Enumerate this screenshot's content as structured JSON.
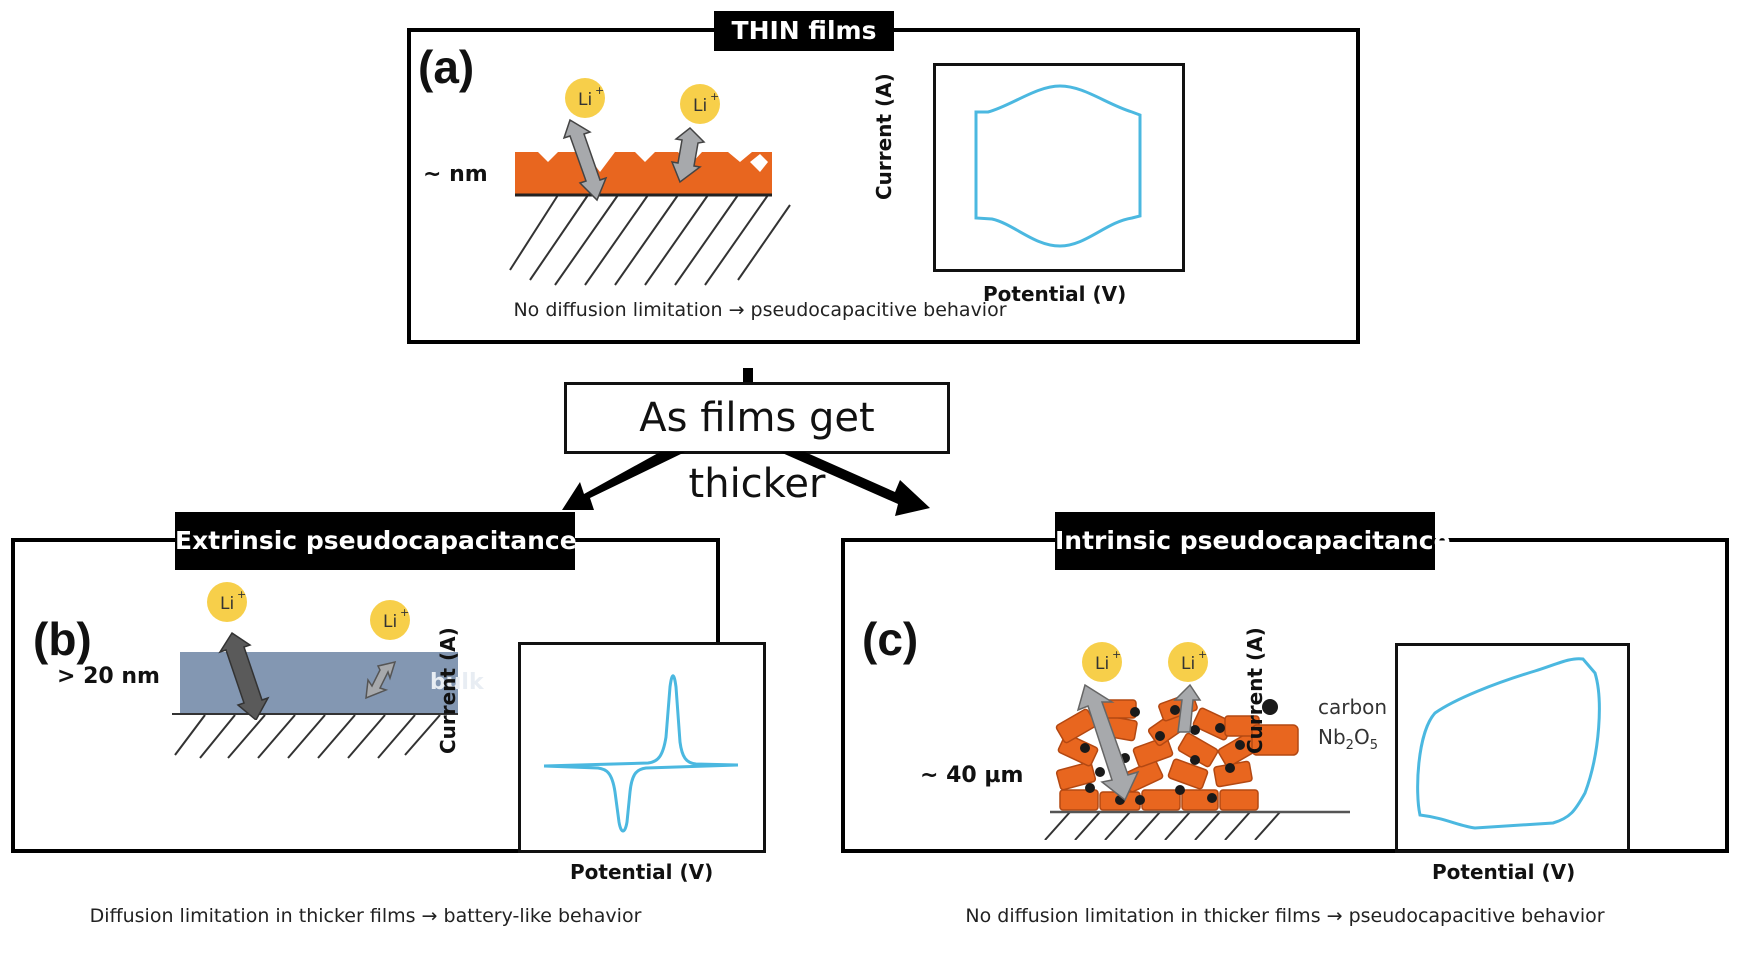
{
  "colors": {
    "cv_curve": "#4bb8e0",
    "orange": "#e8661f",
    "li_ion": "#f7cf4a",
    "bulk": "#8397b2",
    "arrow_gray": "#a7a9ac",
    "arrow_dark": "#5a5a5a"
  },
  "ion_label": "Li",
  "ion_charge": "+",
  "transition": {
    "label": "As films get thicker"
  },
  "panels": [
    {
      "id": "a",
      "letter": "(a)",
      "header": "THIN films",
      "thickness": "~ nm",
      "y_axis": "Current (A)",
      "x_axis": "Potential (V)",
      "caption": "No diffusion limitation → pseudocapacitive behavior"
    },
    {
      "id": "b",
      "letter": "(b)",
      "header": "Extrinsic pseudocapacitance",
      "thickness": "> 20 nm",
      "bulk_label": "bulk",
      "y_axis": "Current (A)",
      "x_axis": "Potential (V)",
      "caption": "Diffusion limitation in thicker films → battery-like behavior"
    },
    {
      "id": "c",
      "letter": "(c)",
      "header": "Intrinsic pseudocapacitance",
      "thickness": "~ 40 µm",
      "legend": {
        "carbon": "carbon",
        "nb2o5_main": "Nb",
        "nb2o5_sub1": "2",
        "nb2o5_mid": "O",
        "nb2o5_sub2": "5"
      },
      "y_axis": "Current (A)",
      "x_axis": "Potential (V)",
      "caption": "No diffusion limitation in thicker films → pseudocapacitive behavior"
    }
  ]
}
